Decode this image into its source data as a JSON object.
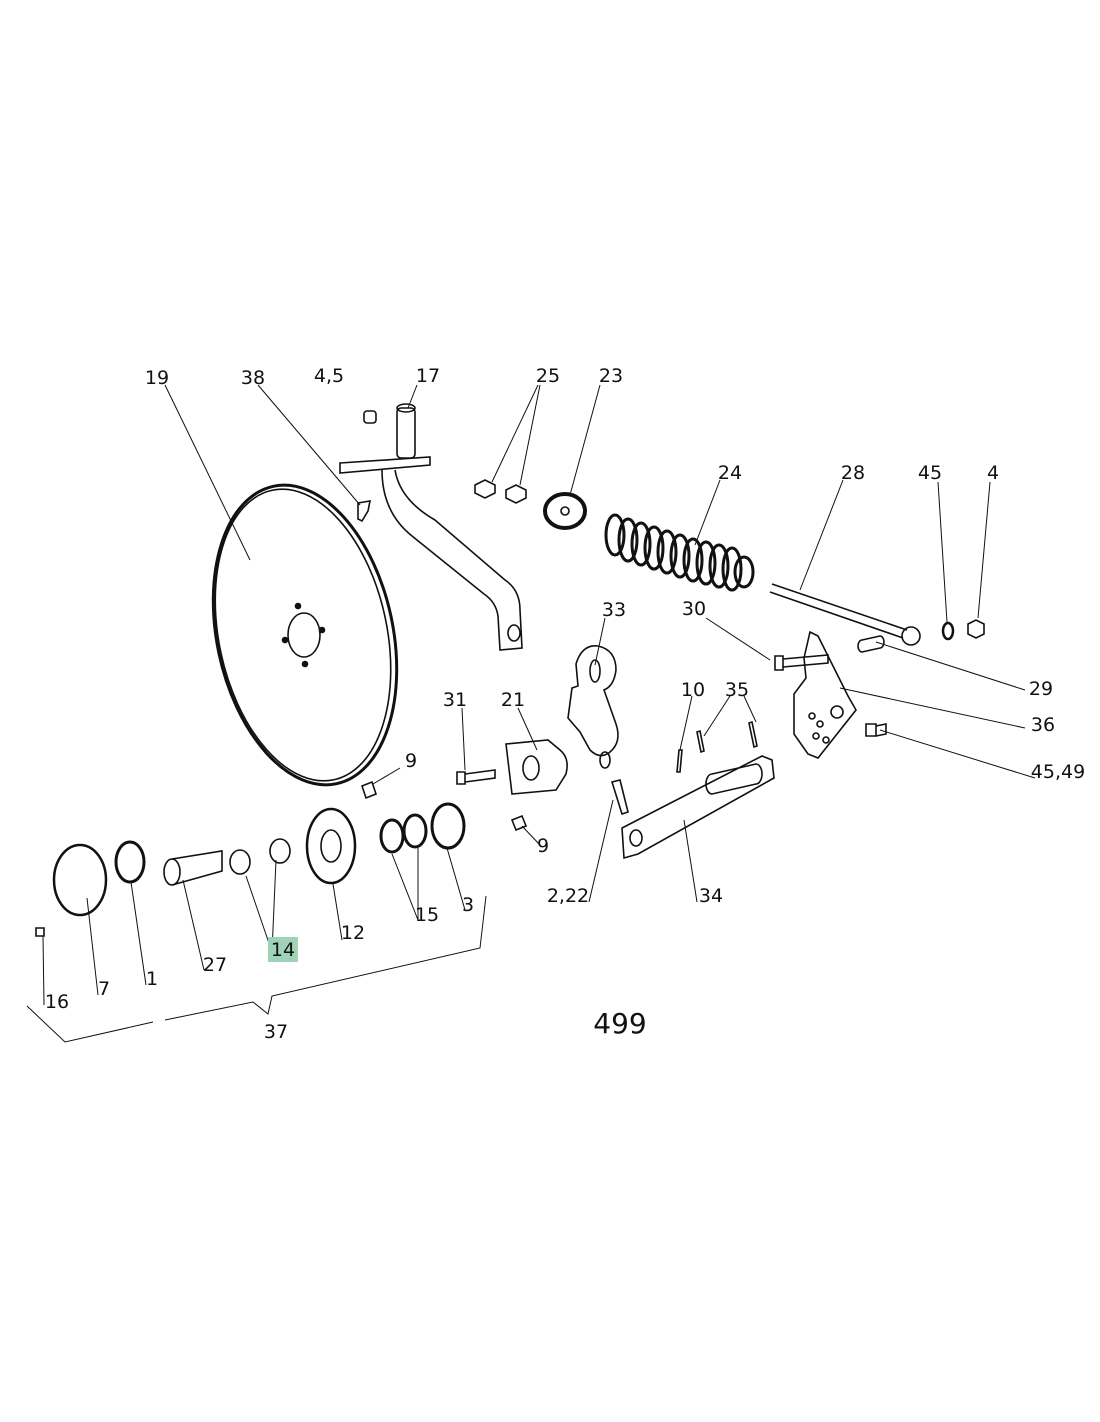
{
  "diagram_number": "499",
  "highlight_color": "#9fd3b8",
  "labels": {
    "l19": "19",
    "l38": "38",
    "l45_top": "4,5",
    "l17": "17",
    "l25": "25",
    "l23": "23",
    "l24": "24",
    "l28": "28",
    "l45": "45",
    "l4": "4",
    "l33": "33",
    "l30": "30",
    "l29": "29",
    "l36": "36",
    "l4549": "45,49",
    "l31": "31",
    "l21": "21",
    "l10": "10",
    "l35": "35",
    "l9a": "9",
    "l9b": "9",
    "l222": "2,22",
    "l34": "34",
    "l3": "3",
    "l15": "15",
    "l12": "12",
    "l14": "14",
    "l27": "27",
    "l1": "1",
    "l7": "7",
    "l16": "16",
    "l37": "37"
  }
}
